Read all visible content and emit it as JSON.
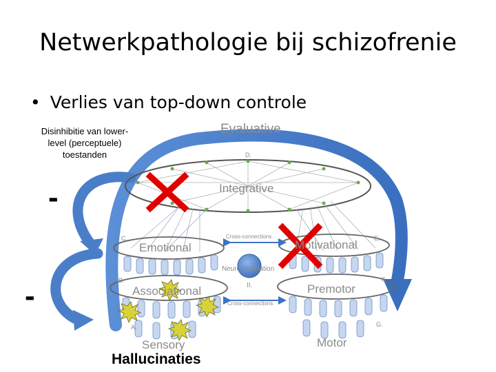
{
  "slide": {
    "title": "Netwerkpathologie bij schizofrenie",
    "bullet": "Verlies van top-down controle",
    "bullet_marker": "•",
    "note": "Disinhibitie van lower-level (perceptuele) toestanden",
    "minus_1": "-",
    "minus_2": "-",
    "hallucinations_label": "Hallucinaties"
  },
  "diagram": {
    "evaluative": "Evaluative",
    "d": "D.",
    "integrative": "Integrative",
    "cross_top": "Cross-connections",
    "c": "C.",
    "emotional": "Emotional",
    "motivational": "Motivational",
    "e": "E.",
    "neuromodulation": "Neuromodulation",
    "ii": "II.",
    "b": "B.",
    "associational": "Associational",
    "premotor": "Premotor",
    "f": "F.",
    "cross_bottom": "Cross-connections",
    "a": "A.",
    "g": "G.",
    "sensory": "Sensory",
    "motor": "Motor"
  },
  "colors": {
    "arrow_blue": "#4a7ec9",
    "cross_red": "#e00000",
    "burst_yellow": "#d8d23a"
  },
  "icons": {
    "cross_1": "red-x-icon",
    "cross_2": "red-x-icon"
  }
}
